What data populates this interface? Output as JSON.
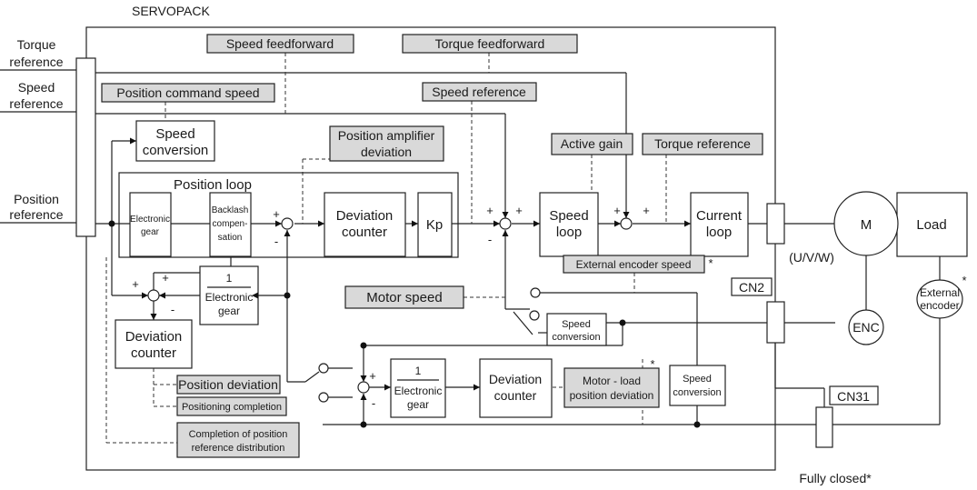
{
  "title": "SERVOPACK",
  "inputs": {
    "torque_reference": [
      "Torque",
      "reference"
    ],
    "speed_reference": [
      "Speed",
      "reference"
    ],
    "position_reference": [
      "Position",
      "reference"
    ]
  },
  "gray_labels": {
    "speed_feedforward": "Speed feedforward",
    "torque_feedforward": "Torque feedforward",
    "position_command_speed": "Position command speed",
    "speed_reference": "Speed reference",
    "position_amplifier_deviation": [
      "Position amplifier",
      "deviation"
    ],
    "active_gain": "Active gain",
    "torque_reference": "Torque reference",
    "external_encoder_speed": "External encoder speed",
    "motor_speed": "Motor speed",
    "motor_load_position_deviation": [
      "Motor - load",
      "position deviation"
    ],
    "position_deviation": "Position deviation",
    "positioning_completion": "Positioning completion",
    "completion_position_reference_distribution": [
      "Completion of position",
      "reference distribution"
    ]
  },
  "blocks": {
    "speed_conversion_top": [
      "Speed",
      "conversion"
    ],
    "position_loop": "Position loop",
    "electronic_gear": [
      "Electronic",
      "gear"
    ],
    "backlash_compensation": [
      "Backlash",
      "compen-",
      "sation"
    ],
    "deviation_counter_main": [
      "Deviation",
      "counter"
    ],
    "kp": "Kp",
    "speed_loop": [
      "Speed",
      "loop"
    ],
    "current_loop": [
      "Current",
      "loop"
    ],
    "motor": "M",
    "load": "Load",
    "encoder": "ENC",
    "external_encoder": [
      "External",
      "encoder"
    ],
    "electronic_gear_inv_left": {
      "numerator": "1",
      "denominator": [
        "Electronic",
        "gear"
      ]
    },
    "deviation_counter_left": [
      "Deviation",
      "counter"
    ],
    "speed_conversion_mid": [
      "Speed",
      "conversion"
    ],
    "electronic_gear_inv_bottom": {
      "numerator": "1",
      "denominator": [
        "Electronic",
        "gear"
      ]
    },
    "deviation_counter_bottom": [
      "Deviation",
      "counter"
    ],
    "speed_conversion_right": [
      "Speed",
      "conversion"
    ]
  },
  "connectors": {
    "uvw": "(U/V/W)",
    "cn2": "CN2",
    "cn31": "CN31",
    "fully_closed": "Fully closed*"
  },
  "signs": {
    "plus": "+",
    "minus": "-",
    "asterisk": "*"
  }
}
